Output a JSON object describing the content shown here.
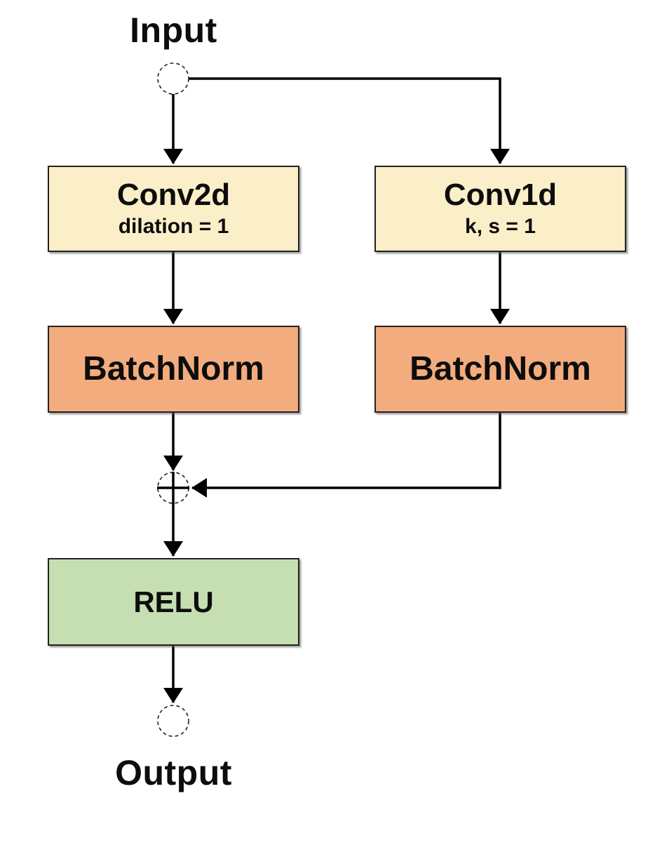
{
  "diagram": {
    "labels": {
      "input": "Input",
      "output": "Output"
    },
    "nodes": {
      "conv2d": {
        "title": "Conv2d",
        "subtitle": "dilation = 1",
        "fill": "#FBEFC9"
      },
      "conv1d": {
        "title": "Conv1d",
        "subtitle": "k, s = 1",
        "fill": "#FBEFC9"
      },
      "batchnorm_left": {
        "title": "BatchNorm",
        "fill": "#F3AC7D"
      },
      "batchnorm_right": {
        "title": "BatchNorm",
        "fill": "#F3AC7D"
      },
      "relu": {
        "title": "RELU",
        "fill": "#C5DFB2"
      }
    },
    "connector_nodes": {
      "input_node": "dashed-circle",
      "sum_node": "dashed-circle-plus",
      "sum_symbol": "+",
      "output_node": "dashed-circle"
    },
    "edges": [
      {
        "from": "input",
        "to": "conv2d"
      },
      {
        "from": "input",
        "to": "conv1d"
      },
      {
        "from": "conv2d",
        "to": "batchnorm_left"
      },
      {
        "from": "conv1d",
        "to": "batchnorm_right"
      },
      {
        "from": "batchnorm_left",
        "to": "sum"
      },
      {
        "from": "batchnorm_right",
        "to": "sum"
      },
      {
        "from": "sum",
        "to": "relu"
      },
      {
        "from": "relu",
        "to": "output"
      }
    ],
    "colors": {
      "line": "#000000",
      "conv_fill": "#FBEFC9",
      "batchnorm_fill": "#F3AC7D",
      "relu_fill": "#C5DFB2",
      "background": "#FFFFFF",
      "border": "#262220"
    }
  }
}
